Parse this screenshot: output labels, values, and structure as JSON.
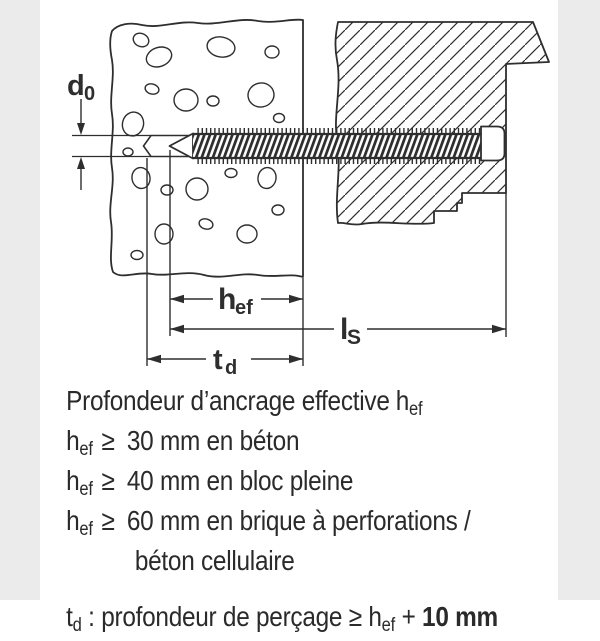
{
  "colors": {
    "ink": "#2e2e2e",
    "text": "#2a2a2a",
    "band": "#ebebeb",
    "paper": "#ffffff"
  },
  "figure": {
    "labels": {
      "d0": {
        "main": "d",
        "sub": "0"
      },
      "hef": {
        "main": "h",
        "sub": "ef"
      },
      "ls": {
        "main": "l",
        "sub": "S"
      },
      "td": {
        "main": "t",
        "sub": "d"
      }
    }
  },
  "notes": {
    "title": {
      "text": "Profondeur d’ancrage effective",
      "sym": "h",
      "sub": "ef"
    },
    "item1": {
      "sym": "h",
      "sub": "ef",
      "op": "≥",
      "text": "30 mm en béton"
    },
    "item2": {
      "sym": "h",
      "sub": "ef",
      "op": "≥",
      "text": "40 mm en bloc pleine"
    },
    "item3": {
      "sym": "h",
      "sub": "ef",
      "op": "≥",
      "text": "60 mm en brique à perforations /",
      "cont": "béton cellulaire"
    },
    "footer": {
      "sym": "t",
      "sub": "d",
      "sep": " : ",
      "text": "profondeur de perçage ≥ ",
      "sym2": "h",
      "sub2": "ef",
      "plus": " + ",
      "strong": "10 mm"
    }
  }
}
